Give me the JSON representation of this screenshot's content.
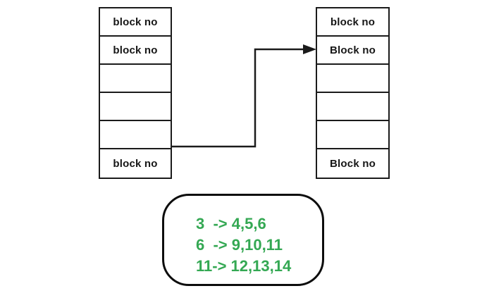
{
  "colors": {
    "line": "#1b1b1b",
    "green_text": "#34A853"
  },
  "left_table": {
    "rows": [
      "block no",
      "block no",
      "",
      "",
      "",
      "block no"
    ]
  },
  "right_table": {
    "rows": [
      "block no",
      "Block no",
      "",
      "",
      "",
      "Block no"
    ]
  },
  "mapping_box": {
    "lines": [
      "3  -> 4,5,6",
      "6  -> 9,10,11",
      "11-> 12,13,14"
    ]
  }
}
